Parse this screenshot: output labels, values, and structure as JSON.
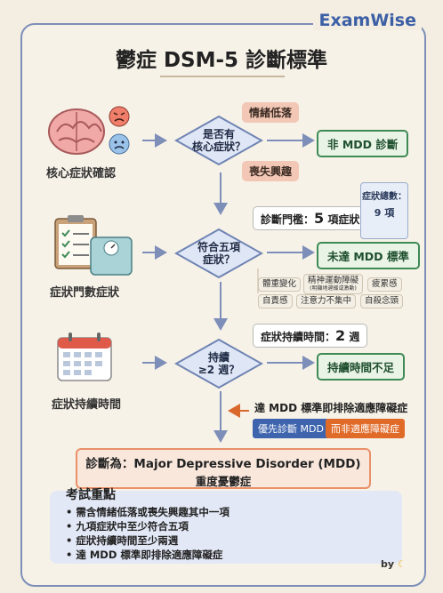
{
  "brand": "ExamWise",
  "title": "鬱症 DSM-5 診斷標準",
  "rows": [
    {
      "label": "核心症狀確認",
      "q1": "是否有",
      "q2": "核心症狀？",
      "result": "非 MDD 診斷"
    },
    {
      "label": "症狀門數症狀",
      "q1": "符合五項",
      "q2": "症狀？",
      "result": "未達 MDD 標準"
    },
    {
      "label": "症狀持續時間",
      "q1": "持續",
      "q2": "≥2 週？",
      "result": "持續時間不足"
    }
  ],
  "core_tags": [
    "情緒低落",
    "喪失興趣"
  ],
  "threshold_note": {
    "prefix": "診斷門檻：",
    "value": "5",
    "suffix": " 項症狀"
  },
  "symptom_count": {
    "title": "症狀總數：",
    "value": "9 項"
  },
  "symptoms": [
    "體重變化",
    "精神運動障礙",
    "疲累感",
    "自責感",
    "注意力不集中",
    "自殺念頭"
  ],
  "symptom_sublabel": "(明顯地遲緩或激動)",
  "duration_note": {
    "prefix": "症狀持續時間：",
    "value": "2",
    "suffix": " 週"
  },
  "exclusion": {
    "text": "達 MDD 標準即排除適應障礙症",
    "tag1": "優先診斷 MDD",
    "tag2": "而非適應障礙症"
  },
  "diagnosis": {
    "line1": "診斷為：Major Depressive Disorder (MDD)",
    "line2": "重度憂鬱症"
  },
  "exam": {
    "title": "考試重點",
    "points": [
      "需含情緒低落或喪失興趣其中一項",
      "九項症狀中至少符合五項",
      "症狀持續時間至少兩週",
      "達 MDD 標準即排除適應障礙症"
    ]
  },
  "byline": "by",
  "colors": {
    "accent": "#3c5fa5",
    "diamond": "#dfe6f5",
    "result_border": "#3e8a55",
    "warning": "#e06a28"
  }
}
